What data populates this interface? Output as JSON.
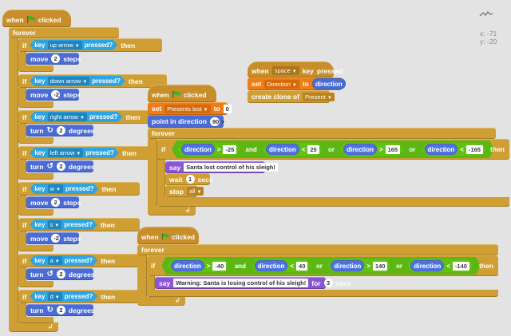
{
  "stage_info": {
    "x_label": "x:",
    "x_value": "-71",
    "y_label": "y:",
    "y_value": "-20"
  },
  "labels": {
    "when": "when",
    "clicked": "clicked",
    "forever": "forever",
    "if": "if",
    "then": "then",
    "key": "key",
    "pressed_q": "pressed?",
    "pressed": "pressed",
    "move": "move",
    "steps": "steps",
    "turn": "turn",
    "degrees": "degrees",
    "set": "set",
    "to": "to",
    "point_in_direction": "point in direction",
    "direction": "direction",
    "create_clone_of": "create clone of",
    "and": "and",
    "or": "or",
    "say": "say",
    "wait": "wait",
    "secs": "secs",
    "stop": "stop",
    "for": "for"
  },
  "script1": {
    "rows": [
      {
        "key": "up arrow",
        "action": "move",
        "value": "2"
      },
      {
        "key": "down arrow",
        "action": "move",
        "value": "-2"
      },
      {
        "key": "right arrow",
        "action": "turn_cw",
        "value": "2"
      },
      {
        "key": "left arrow",
        "action": "turn_ccw",
        "value": "2"
      },
      {
        "key": "w",
        "action": "move",
        "value": "2"
      },
      {
        "key": "s",
        "action": "move",
        "value": "-2"
      },
      {
        "key": "a",
        "action": "turn_ccw",
        "value": "2"
      },
      {
        "key": "d",
        "action": "turn_cw",
        "value": "2"
      }
    ]
  },
  "script2": {
    "set_var": "Presents lost",
    "set_value": "0",
    "point_value": "90",
    "cond": {
      "op1": ">",
      "v1": "-25",
      "op2": "<",
      "v2": "25",
      "op3": ">",
      "v3": "165",
      "op4": "<",
      "v4": "-165"
    },
    "say_text": "Santa lost control of his sleigh!",
    "wait_value": "1",
    "stop_option": "all"
  },
  "script3": {
    "key": "space",
    "set_var": "Direction",
    "clone_of": "Present"
  },
  "script4": {
    "cond": {
      "op1": ">",
      "v1": "-40",
      "op2": "<",
      "v2": "40",
      "op3": ">",
      "v3": "140",
      "op4": "<",
      "v4": "-140"
    },
    "say_text": "Warning: Santa is losing control of his sleigh!",
    "for_value": "3"
  },
  "colors": {
    "events": "#c88e2a",
    "control": "#d09f34",
    "motion": "#4a6cd4",
    "sensing": "#2ca5e2",
    "operators": "#5cb712",
    "looks": "#8a55d7",
    "data": "#ee7d16",
    "flag": "#3cb034"
  },
  "icons": {
    "green_flag": "flag-icon",
    "rotate_cw": "rotate-cw-icon",
    "rotate_ccw": "rotate-ccw-icon",
    "repeat": "repeat-arrow-icon",
    "stage_sprite": "sprite-thumbnail-icon"
  }
}
